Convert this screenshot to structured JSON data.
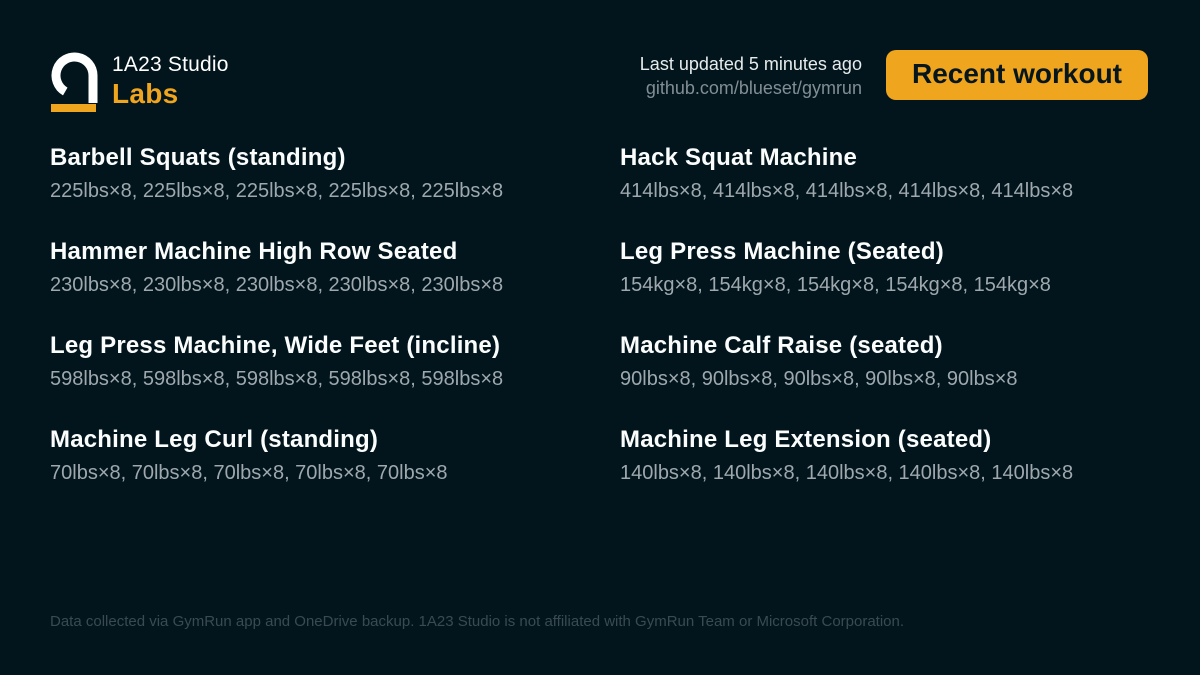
{
  "header": {
    "brand_name": "1A23 Studio",
    "brand_sub": "Labs",
    "last_updated": "Last updated 5 minutes ago",
    "repo_url": "github.com/blueset/gymrun",
    "button_label": "Recent workout"
  },
  "exercises": [
    {
      "name": "Barbell Squats (standing)",
      "sets": "225lbs×8, 225lbs×8, 225lbs×8, 225lbs×8, 225lbs×8"
    },
    {
      "name": "Hack Squat Machine",
      "sets": "414lbs×8, 414lbs×8, 414lbs×8, 414lbs×8, 414lbs×8"
    },
    {
      "name": "Hammer Machine High Row Seated",
      "sets": "230lbs×8, 230lbs×8, 230lbs×8, 230lbs×8, 230lbs×8"
    },
    {
      "name": "Leg Press Machine (Seated)",
      "sets": "154kg×8, 154kg×8, 154kg×8, 154kg×8, 154kg×8"
    },
    {
      "name": "Leg Press Machine, Wide Feet (incline)",
      "sets": "598lbs×8, 598lbs×8, 598lbs×8, 598lbs×8, 598lbs×8"
    },
    {
      "name": "Machine Calf Raise (seated)",
      "sets": "90lbs×8, 90lbs×8, 90lbs×8, 90lbs×8, 90lbs×8"
    },
    {
      "name": "Machine Leg Curl (standing)",
      "sets": "70lbs×8, 70lbs×8, 70lbs×8, 70lbs×8, 70lbs×8"
    },
    {
      "name": "Machine Leg Extension (seated)",
      "sets": "140lbs×8, 140lbs×8, 140lbs×8, 140lbs×8, 140lbs×8"
    }
  ],
  "footer": {
    "disclaimer": "Data collected via GymRun app and OneDrive backup. 1A23 Studio is not affiliated with GymRun Team or Microsoft Corporation."
  },
  "colors": {
    "background": "#02151c",
    "accent": "#f0a51e",
    "title_text": "#fbfdfd",
    "sets_text": "#9ea8ad",
    "muted_text": "#828e94",
    "footer_text": "#3a4a52",
    "button_text": "#06161d"
  }
}
